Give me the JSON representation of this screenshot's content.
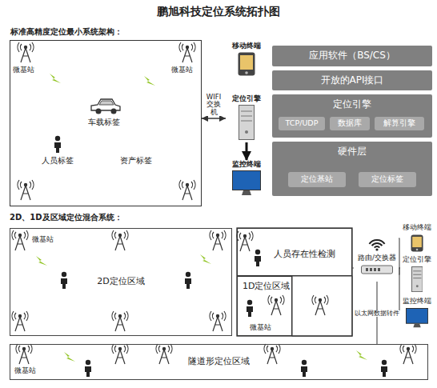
{
  "diagram": {
    "title": "鹏旭科技定位系统拓扑图",
    "nodes": [
      {
        "text": [
          "标准高精度定位最小系统架构："
        ]
      },
      {
        "text": [
          "移动终端"
        ]
      },
      {
        "text": [
          "定位引擎"
        ]
      },
      {
        "text": [
          "监控终端"
        ]
      },
      {
        "text": [
          "应用软件（BS/CS）"
        ]
      },
      {
        "text": [
          "开放的API接口"
        ]
      },
      {
        "text": [
          "定位引擎"
        ]
      },
      {
        "text": [
          "TCP/UDP"
        ],
        "in": 6
      },
      {
        "text": [
          "数据库"
        ],
        "in": 6
      },
      {
        "text": [
          "解算引擎"
        ],
        "in": 6
      },
      {
        "text": [
          "硬件层"
        ]
      },
      {
        "text": [
          "定位基站"
        ],
        "in": 10
      },
      {
        "text": [
          "定位标签"
        ],
        "in": 10
      },
      {
        "text": [
          "2D定位区域"
        ]
      },
      {
        "text": [
          "人员存在性检测"
        ]
      },
      {
        "text": [
          "1D定位区域"
        ]
      },
      {
        "text": [
          "路由/交换器"
        ]
      },
      {
        "text": [
          "移动终端"
        ]
      },
      {
        "text": [
          "定位引擎"
        ]
      },
      {
        "text": [
          "监控终端"
        ]
      },
      {
        "text": [
          "隧道形定位区域"
        ]
      }
    ],
    "edges": [
      {
        "from": 0,
        "to": 2,
        "arrow": "both",
        "label": "WIFI 交换机"
      },
      {
        "from": 2,
        "to": 3,
        "arrow": "to"
      },
      {
        "from": 14,
        "to": 16,
        "arrow": "none"
      },
      {
        "from": 20,
        "to": 16,
        "arrow": "none",
        "label": "以太网数据转件"
      },
      {
        "from": 16,
        "to": 17,
        "arrow": "none"
      },
      {
        "from": 16,
        "to": 18,
        "arrow": "none"
      },
      {
        "from": 16,
        "to": 19,
        "arrow": "none"
      }
    ],
    "labels": [
      "微基站",
      "微基站",
      "车载标签",
      "人员标签",
      "资产标签",
      "2D、1D及区域定位混合系统：",
      "微基站",
      "微基站",
      "微基站"
    ]
  }
}
